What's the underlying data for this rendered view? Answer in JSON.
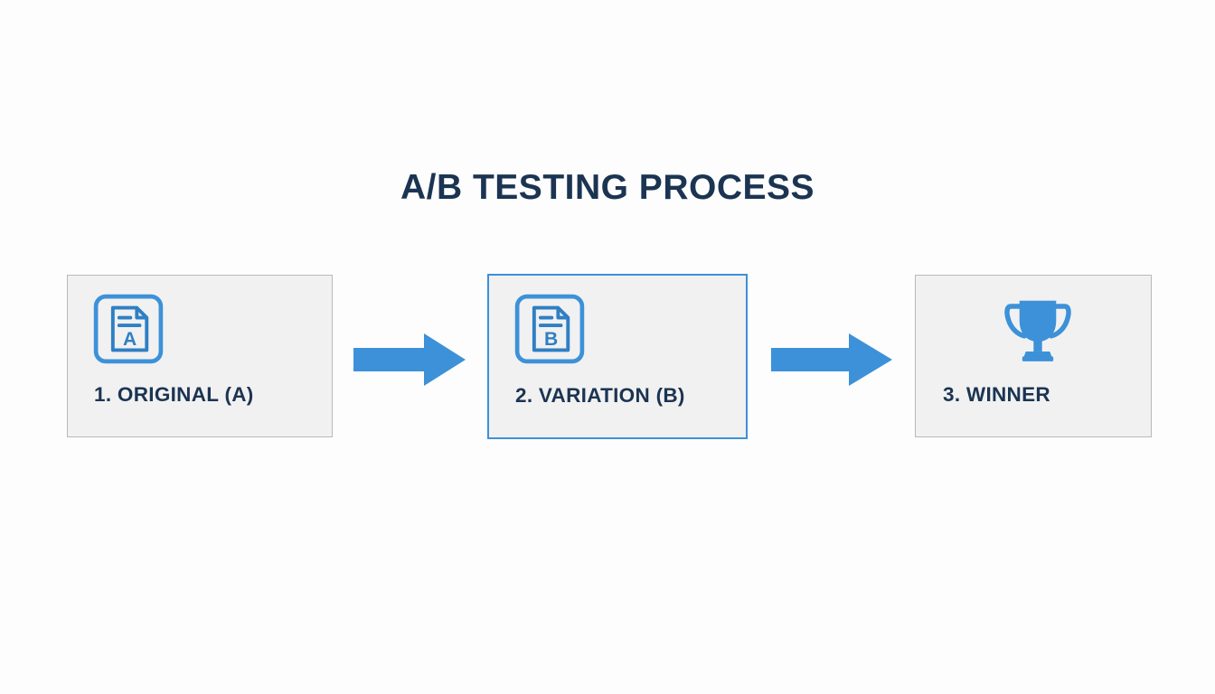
{
  "page": {
    "title": "A/B TESTING PROCESS",
    "background_color": "#fdfdfd",
    "accent_color": "#3d91d8",
    "text_color": "#1b3452",
    "card_background_color": "#f1f1f1",
    "card_border_color": "#b9b9b9"
  },
  "steps": [
    {
      "id": "original",
      "label": "1. ORIGINAL (A)",
      "icon": "document-a-icon",
      "icon_letter": "A",
      "state": "neutral"
    },
    {
      "id": "variation",
      "label": "2. VARIATION (B)",
      "icon": "document-b-icon",
      "icon_letter": "B",
      "state": "highlighted"
    },
    {
      "id": "winner",
      "label": "3. WINNER",
      "icon": "trophy-icon",
      "icon_letter": "",
      "state": "neutral"
    }
  ],
  "connectors": [
    {
      "id": "arrow-1",
      "icon": "arrow-right-icon",
      "from": "original",
      "to": "variation"
    },
    {
      "id": "arrow-2",
      "icon": "arrow-right-icon",
      "from": "variation",
      "to": "winner"
    }
  ]
}
